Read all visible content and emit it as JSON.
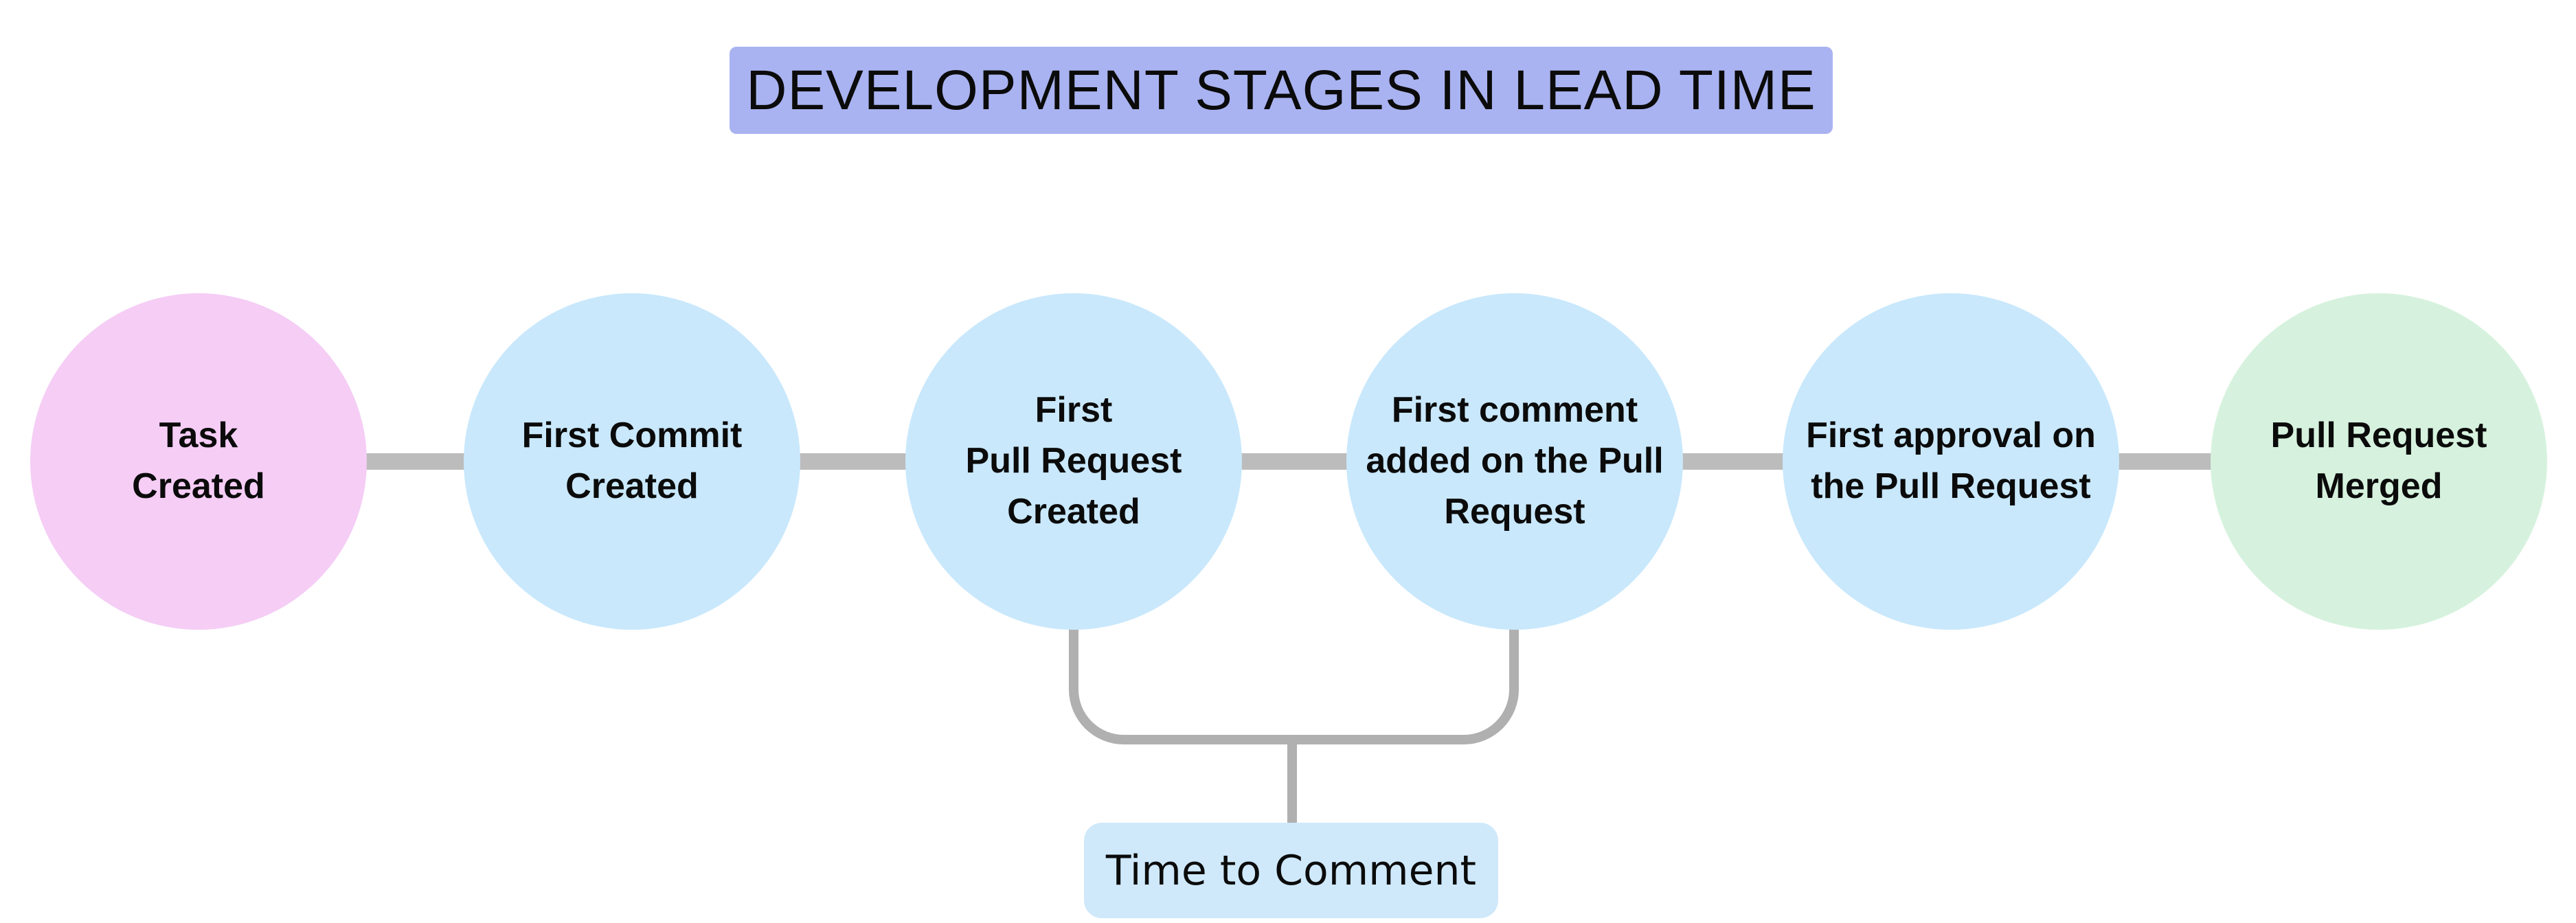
{
  "title": {
    "label": "DEVELOPMENT STAGES IN LEAD TIME",
    "bg_color": "#aab3f1"
  },
  "stages": [
    {
      "label": "Task\nCreated",
      "color": "#f5cdf5"
    },
    {
      "label": "First Commit\nCreated",
      "color": "#c9e8fc"
    },
    {
      "label": "First\nPull Request\nCreated",
      "color": "#c9e8fc"
    },
    {
      "label": "First comment\nadded on the Pull\nRequest",
      "color": "#c9e8fc"
    },
    {
      "label": "First approval on\nthe Pull Request",
      "color": "#c9e8fc"
    },
    {
      "label": "Pull Request\nMerged",
      "color": "#d6f2de"
    }
  ],
  "connectors": {
    "color": "#bcbcbc"
  },
  "annotation": {
    "label": "Time to Comment",
    "bg_color": "#cfe9fb",
    "bracket_color": "#b0b0b0",
    "spans_stage_indexes": [
      2,
      3
    ]
  }
}
